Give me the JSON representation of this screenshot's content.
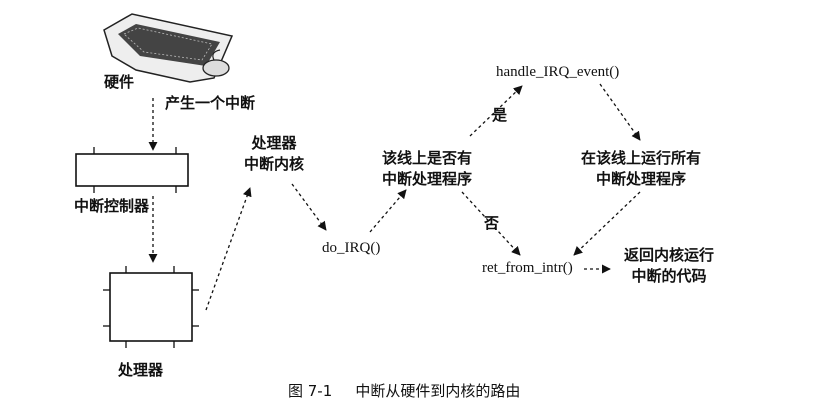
{
  "keyboard_label": "硬件",
  "step_generate": "产生一个中断",
  "controller_label": "中断控制器",
  "processor_label": "处理器",
  "processor_interrupts_kernel": [
    "处理器",
    "中断内核"
  ],
  "do_irq": "do_IRQ()",
  "question_handlers": [
    "该线上是否有",
    "中断处理程序"
  ],
  "answer_yes": "是",
  "answer_no": "否",
  "handle_irq_event": "handle_IRQ_event()",
  "run_all_handlers": [
    "在该线上运行所有",
    "中断处理程序"
  ],
  "ret_from_intr": "ret_from_intr()",
  "return_to_kernel": [
    "返回内核运行",
    "中断的代码"
  ],
  "caption": {
    "number": "图 7-1",
    "text": "中断从硬件到内核的路由"
  }
}
